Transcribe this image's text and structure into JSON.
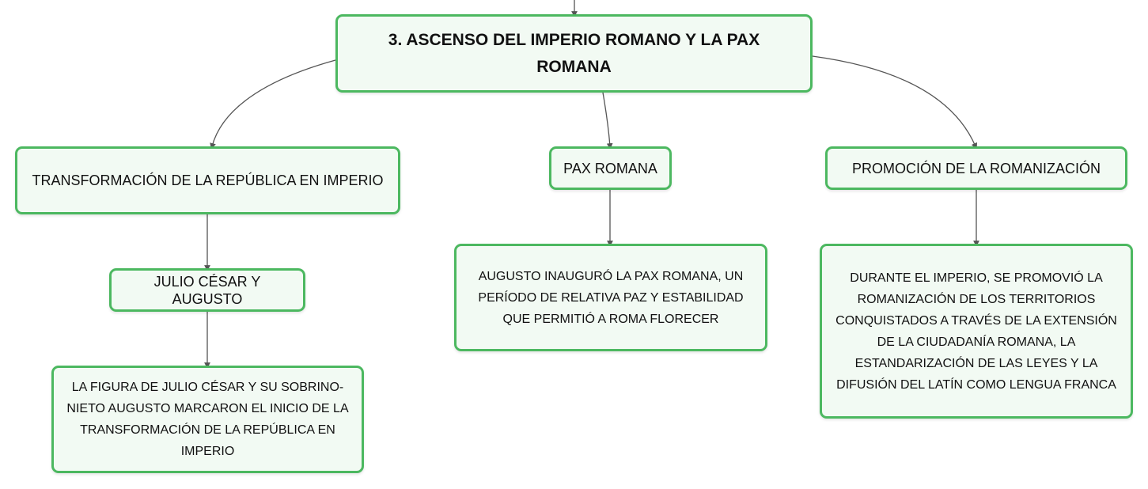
{
  "colors": {
    "node_border": "#4cb860",
    "node_fill": "#f2faf3",
    "connector": "#555555"
  },
  "root": {
    "title": "3. ASCENSO DEL IMPERIO ROMANO Y LA PAX ROMANA"
  },
  "branches": {
    "transformacion": {
      "label": "TRANSFORMACIÓN DE LA REPÚBLICA EN IMPERIO",
      "sub": {
        "label": "JULIO CÉSAR Y AUGUSTO",
        "text": "LA FIGURA DE JULIO CÉSAR Y SU SOBRINO-NIETO AUGUSTO MARCARON EL INICIO DE LA TRANSFORMACIÓN DE LA REPÚBLICA EN IMPERIO"
      }
    },
    "pax": {
      "label": "PAX ROMANA",
      "text": "AUGUSTO INAUGURÓ LA PAX ROMANA, UN PERÍODO DE RELATIVA PAZ Y ESTABILIDAD QUE PERMITIÓ A ROMA FLORECER"
    },
    "promocion": {
      "label": "PROMOCIÓN DE LA ROMANIZACIÓN",
      "text": "DURANTE EL IMPERIO, SE PROMOVIÓ LA ROMANIZACIÓN DE LOS TERRITORIOS CONQUISTADOS A TRAVÉS DE LA EXTENSIÓN DE LA CIUDADANÍA ROMANA, LA ESTANDARIZACIÓN DE LAS LEYES Y LA DIFUSIÓN DEL LATÍN COMO LENGUA FRANCA"
    }
  }
}
